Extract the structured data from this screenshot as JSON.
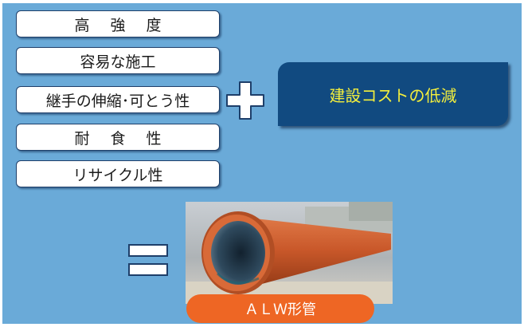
{
  "features": [
    {
      "name": "feature-high-strength",
      "label": "高 強 度"
    },
    {
      "name": "feature-easy-construction",
      "label": "容易な施工"
    },
    {
      "name": "feature-joint-flexibility",
      "label": "継手の伸縮･可とう性"
    },
    {
      "name": "feature-corrosion-resistance",
      "label": "耐 食 性"
    },
    {
      "name": "feature-recyclability",
      "label": "リサイクル性"
    }
  ],
  "result": {
    "label": "建設コストの低減",
    "text_color": "#f4ef3c",
    "box_color": "#114a80"
  },
  "product": {
    "label": "ＡＬＷ形管",
    "label_color": "#ee6624"
  },
  "colors": {
    "background": "#6aaad8",
    "feature_border": "#1e3f6a",
    "symbol_fill": "#ffffff",
    "symbol_stroke": "#1e3f6a"
  }
}
